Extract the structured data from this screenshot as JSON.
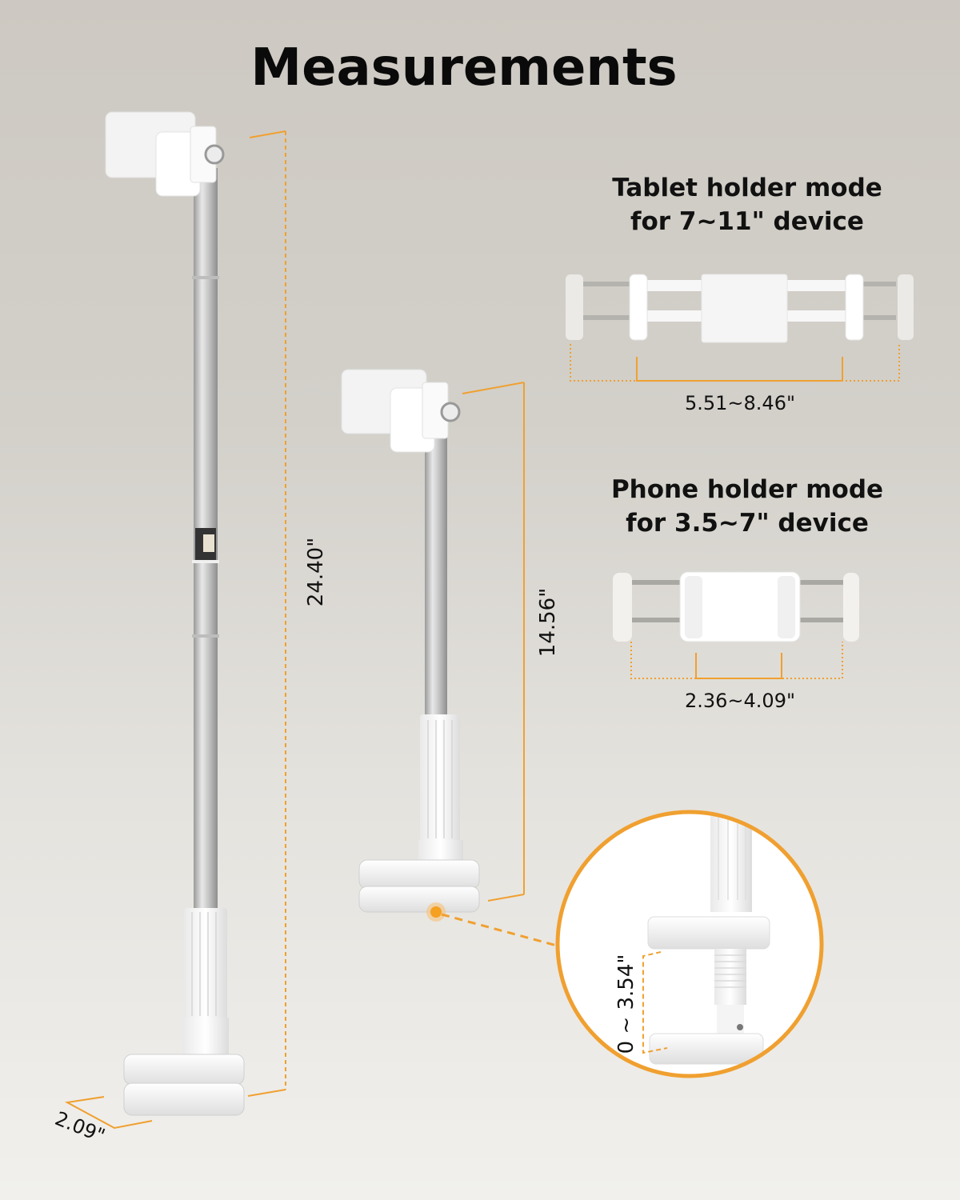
{
  "title": "Measurements",
  "accent_color": "#f0a030",
  "background_colors": [
    "#cdc9c2",
    "#f1f0ed"
  ],
  "extended_stand": {
    "height_label": "24.40\"",
    "base_width_label": "2.09\""
  },
  "retracted_stand": {
    "height_label": "14.56\""
  },
  "tablet_mode": {
    "title_line1": "Tablet holder mode",
    "title_line2": "for 7~11\" device",
    "range_label": "5.51~8.46\""
  },
  "phone_mode": {
    "title_line1": "Phone holder mode",
    "title_line2": "for 3.5~7\" device",
    "range_label": "2.36~4.09\""
  },
  "clamp_detail": {
    "opening_label": "0 ~ 3.54\""
  },
  "icons": {
    "callout-dot": "orange circle marker",
    "magnifier-circle": "orange outlined detail circle"
  }
}
